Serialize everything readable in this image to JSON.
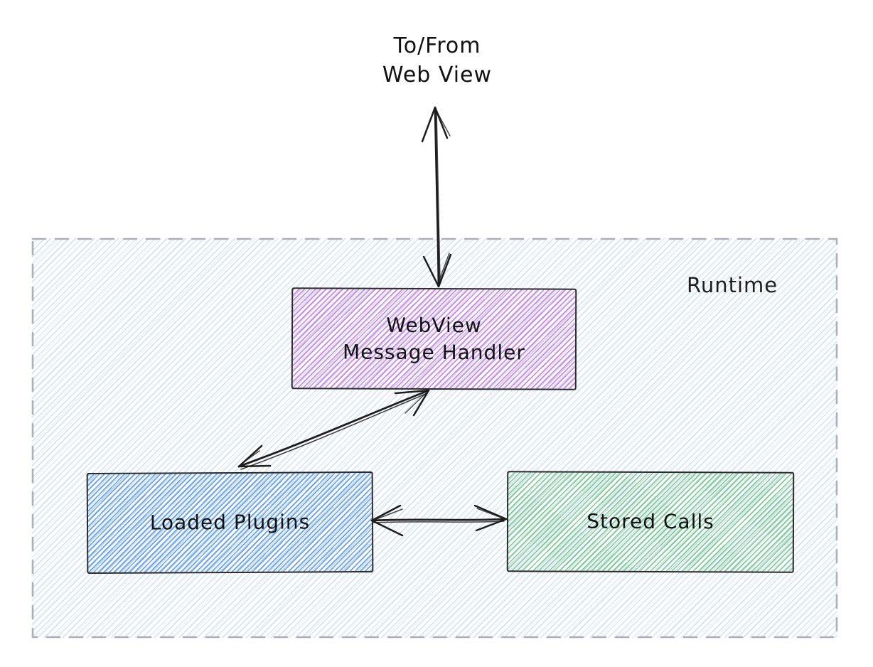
{
  "diagram": {
    "external_endpoint": {
      "label": "To/From\nWeb View"
    },
    "container": {
      "label": "Runtime",
      "border_color": "#a9b0b9",
      "border_style": "dashed",
      "hatch_color": "#adcbe9"
    },
    "nodes": [
      {
        "id": "webview-message-handler",
        "label": "WebView\nMessage Handler",
        "hatch_color": "#c985de",
        "border_color": "#2b2b2b"
      },
      {
        "id": "loaded-plugins",
        "label": "Loaded Plugins",
        "hatch_color": "#65a0e3",
        "border_color": "#2b2b2b"
      },
      {
        "id": "stored-calls",
        "label": "Stored Calls",
        "hatch_color": "#79c792",
        "border_color": "#2b2b2b"
      }
    ],
    "edges": [
      {
        "id": "webview-to-handler",
        "from": "To/From Web View",
        "to": "WebView Message Handler",
        "style": "double-headed-arrow"
      },
      {
        "id": "handler-to-plugins",
        "from": "WebView Message Handler",
        "to": "Loaded Plugins",
        "style": "double-headed-arrow"
      },
      {
        "id": "plugins-to-calls",
        "from": "Loaded Plugins",
        "to": "Stored Calls",
        "style": "double-headed-arrow"
      }
    ],
    "stroke_color": "#1d1d1d"
  }
}
